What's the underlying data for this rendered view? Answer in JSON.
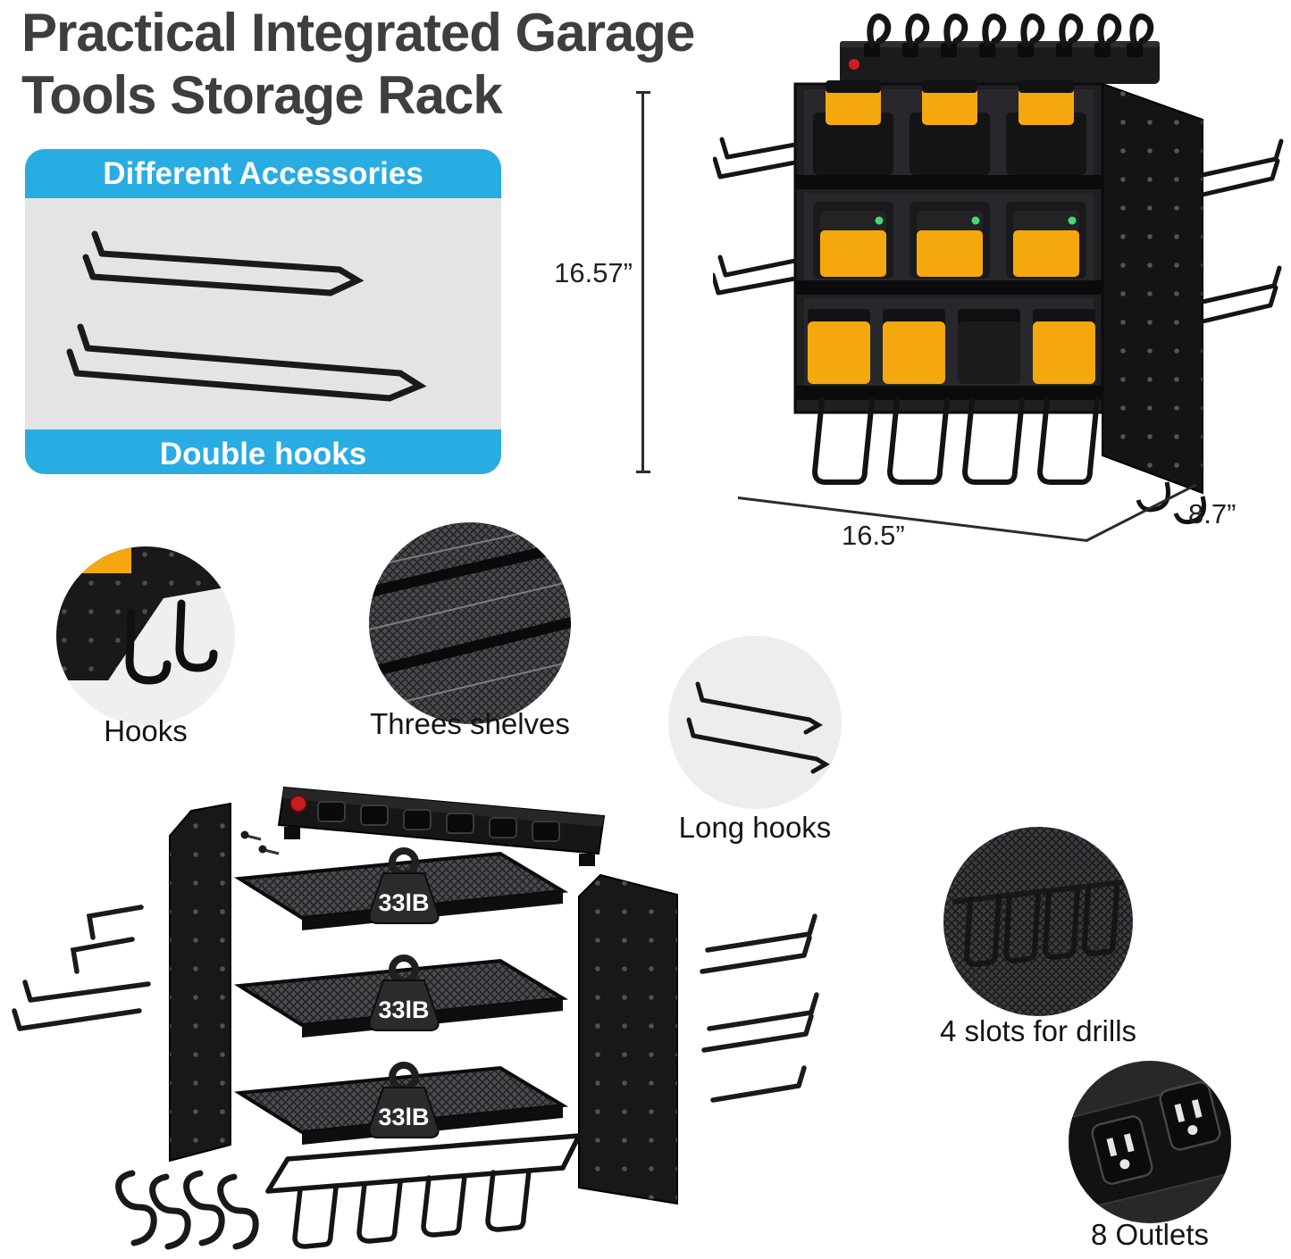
{
  "title": {
    "line1": "Practical Integrated Garage",
    "line2": "Tools Storage Rack"
  },
  "accessories_panel": {
    "header": "Different Accessories",
    "footer": "Double hooks"
  },
  "product": {
    "dimensions": {
      "height": "16.57”",
      "width": "16.5”",
      "depth": "8.7”"
    }
  },
  "callouts": {
    "hooks": "Hooks",
    "shelves": "Threes shelves",
    "long_hooks": "Long hooks",
    "drill_slots": "4 slots for drills",
    "outlets": "8 Outlets"
  },
  "exploded": {
    "weights": [
      "33lB",
      "33lB",
      "33lB"
    ]
  },
  "colors": {
    "accent_blue": "#29ACE2",
    "battery_yellow": "#F5A80E",
    "panel_gray": "#E4E4E4",
    "ink": "#1A1A1C"
  }
}
